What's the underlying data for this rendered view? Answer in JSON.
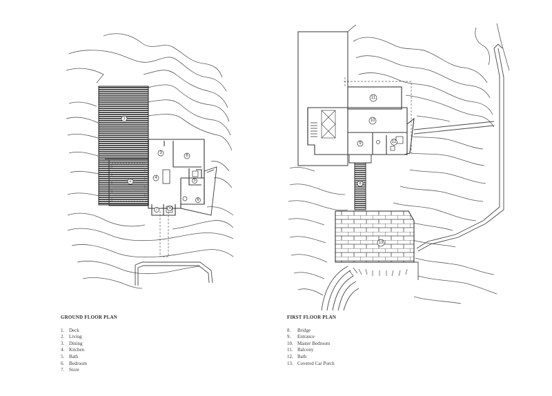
{
  "ground_floor": {
    "title": "GROUND FLOOR PLAN",
    "items": [
      {
        "num": "1.",
        "label": "Deck"
      },
      {
        "num": "2.",
        "label": "Living"
      },
      {
        "num": "3.",
        "label": "Dining"
      },
      {
        "num": "4.",
        "label": "Kitchen"
      },
      {
        "num": "5.",
        "label": "Bath"
      },
      {
        "num": "6.",
        "label": "Bedroom"
      },
      {
        "num": "7.",
        "label": "Store"
      }
    ]
  },
  "first_floor": {
    "title": "FIRST FLOOR PLAN",
    "items": [
      {
        "num": "8.",
        "label": "Bridge"
      },
      {
        "num": "9.",
        "label": "Entrance"
      },
      {
        "num": "10.",
        "label": "Master Bedroom"
      },
      {
        "num": "11.",
        "label": "Balcony"
      },
      {
        "num": "12.",
        "label": "Bath"
      },
      {
        "num": "13.",
        "label": "Covered Car Porch"
      }
    ]
  },
  "room_markers": {
    "g1": "1",
    "g2": "2",
    "g3": "3",
    "g4": "4",
    "g5a": "5",
    "g5b": "5",
    "g6a": "6",
    "g6b": "6",
    "g7": "7",
    "f8": "8",
    "f9": "9",
    "f10": "10",
    "f11": "11",
    "f12": "12",
    "f13": "13"
  },
  "colors": {
    "line": "#4a4a4a",
    "hatch": "#333333",
    "contour": "#555555"
  }
}
